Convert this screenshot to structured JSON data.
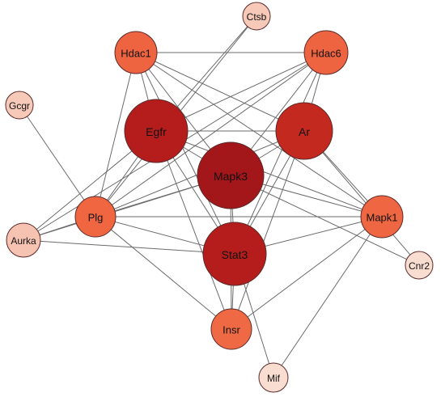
{
  "network": {
    "nodes": [
      {
        "id": "Ctsb",
        "label": "Ctsb",
        "color": "#f6c9b9"
      },
      {
        "id": "Hdac1",
        "label": "Hdac1",
        "color": "#ee6340"
      },
      {
        "id": "Hdac6",
        "label": "Hdac6",
        "color": "#ee6340"
      },
      {
        "id": "Gcgr",
        "label": "Gcgr",
        "color": "#f6c9b9"
      },
      {
        "id": "Egfr",
        "label": "Egfr",
        "color": "#b51d1d"
      },
      {
        "id": "Ar",
        "label": "Ar",
        "color": "#c4291f"
      },
      {
        "id": "Mapk3",
        "label": "Mapk3",
        "color": "#a3161a"
      },
      {
        "id": "Plg",
        "label": "Plg",
        "color": "#f06641"
      },
      {
        "id": "Aurka",
        "label": "Aurka",
        "color": "#f6c3b2"
      },
      {
        "id": "Mapk1",
        "label": "Mapk1",
        "color": "#ef6642"
      },
      {
        "id": "Stat3",
        "label": "Stat3",
        "color": "#b51d1d"
      },
      {
        "id": "Cnr2",
        "label": "Cnr2",
        "color": "#f9ddd1"
      },
      {
        "id": "Insr",
        "label": "Insr",
        "color": "#ef6a44"
      },
      {
        "id": "Mif",
        "label": "Mif",
        "color": "#f9ddd1"
      }
    ],
    "edges": [
      [
        "Hdac1",
        "Hdac6"
      ],
      [
        "Hdac1",
        "Egfr"
      ],
      [
        "Hdac1",
        "Ar"
      ],
      [
        "Hdac1",
        "Mapk3"
      ],
      [
        "Hdac1",
        "Stat3"
      ],
      [
        "Hdac1",
        "Mapk1"
      ],
      [
        "Hdac1",
        "Plg"
      ],
      [
        "Hdac6",
        "Egfr"
      ],
      [
        "Hdac6",
        "Ar"
      ],
      [
        "Hdac6",
        "Mapk3"
      ],
      [
        "Hdac6",
        "Stat3"
      ],
      [
        "Hdac6",
        "Plg"
      ],
      [
        "Hdac6",
        "Aurka"
      ],
      [
        "Ctsb",
        "Egfr"
      ],
      [
        "Ctsb",
        "Plg"
      ],
      [
        "Gcgr",
        "Plg"
      ],
      [
        "Egfr",
        "Ar"
      ],
      [
        "Egfr",
        "Mapk3"
      ],
      [
        "Egfr",
        "Stat3"
      ],
      [
        "Egfr",
        "Plg"
      ],
      [
        "Egfr",
        "Mapk1"
      ],
      [
        "Egfr",
        "Insr"
      ],
      [
        "Egfr",
        "Aurka"
      ],
      [
        "Ar",
        "Mapk3"
      ],
      [
        "Ar",
        "Stat3"
      ],
      [
        "Ar",
        "Plg"
      ],
      [
        "Ar",
        "Mapk1"
      ],
      [
        "Ar",
        "Insr"
      ],
      [
        "Ar",
        "Cnr2"
      ],
      [
        "Mapk3",
        "Stat3"
      ],
      [
        "Mapk3",
        "Plg"
      ],
      [
        "Mapk3",
        "Mapk1"
      ],
      [
        "Mapk3",
        "Insr"
      ],
      [
        "Mapk3",
        "Aurka"
      ],
      [
        "Mapk3",
        "Cnr2"
      ],
      [
        "Plg",
        "Stat3"
      ],
      [
        "Plg",
        "Mapk1"
      ],
      [
        "Plg",
        "Insr"
      ],
      [
        "Plg",
        "Aurka"
      ],
      [
        "Stat3",
        "Mapk1"
      ],
      [
        "Stat3",
        "Insr"
      ],
      [
        "Stat3",
        "Aurka"
      ],
      [
        "Stat3",
        "Mif"
      ],
      [
        "Mapk1",
        "Insr"
      ],
      [
        "Mapk1",
        "Mif"
      ]
    ]
  }
}
